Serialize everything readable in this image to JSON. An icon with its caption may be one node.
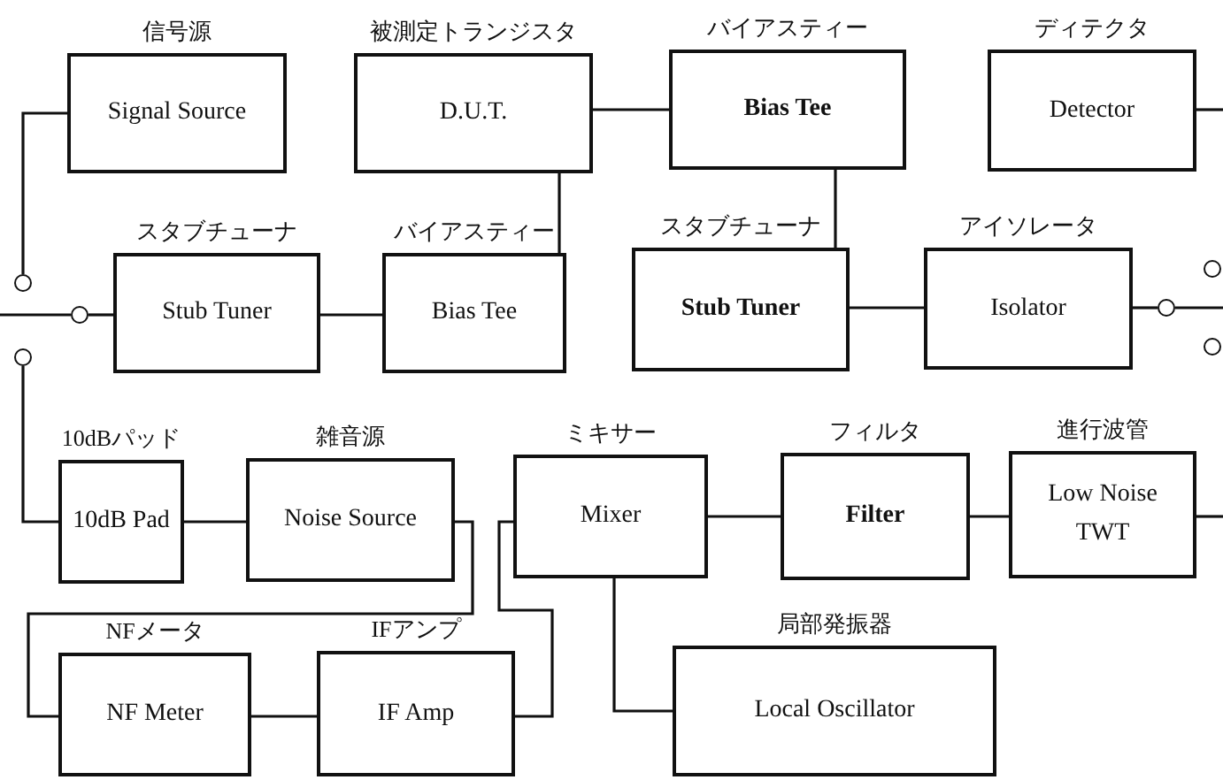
{
  "diagram": {
    "nodes": [
      {
        "text": [
          "信号源",
          "Signal Source"
        ]
      },
      {
        "text": [
          "被測定トランジスタ",
          "D.U.T."
        ]
      },
      {
        "text": [
          "バイアスティー",
          "Bias Tee"
        ]
      },
      {
        "text": [
          "ディテクタ",
          "Detector"
        ]
      },
      {
        "text": [
          "スタブチューナ",
          "Stub Tuner"
        ]
      },
      {
        "text": [
          "バイアスティー",
          "Bias Tee"
        ]
      },
      {
        "text": [
          "スタブチューナ",
          "Stub Tuner"
        ]
      },
      {
        "text": [
          "アイソレータ",
          "Isolator"
        ]
      },
      {
        "text": [
          "10dBパッド",
          "10dB Pad"
        ]
      },
      {
        "text": [
          "雑音源",
          "Noise Source"
        ]
      },
      {
        "text": [
          "ミキサー",
          "Mixer"
        ]
      },
      {
        "text": [
          "フィルタ",
          "Filter"
        ]
      },
      {
        "text": [
          "進行波管",
          "Low Noise TWT"
        ]
      },
      {
        "text": [
          "NFメータ",
          "NF Meter"
        ]
      },
      {
        "text": [
          "IFアンプ",
          "IF Amp"
        ]
      },
      {
        "text": [
          "局部発振器",
          "Local Oscillator"
        ]
      },
      {
        "text": [],
        "shape": "circle"
      },
      {
        "text": [],
        "shape": "circle"
      },
      {
        "text": [],
        "shape": "circle"
      },
      {
        "text": [],
        "shape": "circle"
      },
      {
        "text": [],
        "shape": "circle"
      },
      {
        "text": [],
        "shape": "circle"
      }
    ],
    "edges": [
      {
        "from": 0,
        "to": 16,
        "arrow": "none"
      },
      {
        "from": 17,
        "to": 4,
        "arrow": "none"
      },
      {
        "from": null,
        "to": 17,
        "arrow": "none"
      },
      {
        "from": 4,
        "to": 5,
        "arrow": "none"
      },
      {
        "from": 1,
        "to": 5,
        "arrow": "none"
      },
      {
        "from": 1,
        "to": 2,
        "arrow": "none"
      },
      {
        "from": 2,
        "to": 6,
        "arrow": "none"
      },
      {
        "from": 6,
        "to": 7,
        "arrow": "none"
      },
      {
        "from": 7,
        "to": 19,
        "arrow": "none"
      },
      {
        "from": 19,
        "to": null,
        "arrow": "none"
      },
      {
        "from": 3,
        "to": null,
        "arrow": "none"
      },
      {
        "from": 18,
        "to": 8,
        "arrow": "none"
      },
      {
        "from": 8,
        "to": 9,
        "arrow": "none"
      },
      {
        "from": 9,
        "to": 13,
        "arrow": "none"
      },
      {
        "from": 13,
        "to": 14,
        "arrow": "none"
      },
      {
        "from": 14,
        "to": 10,
        "arrow": "none"
      },
      {
        "from": 10,
        "to": 11,
        "arrow": "none"
      },
      {
        "from": 11,
        "to": 12,
        "arrow": "none"
      },
      {
        "from": 12,
        "to": null,
        "arrow": "none"
      },
      {
        "from": 10,
        "to": 15,
        "arrow": "none"
      }
    ]
  }
}
